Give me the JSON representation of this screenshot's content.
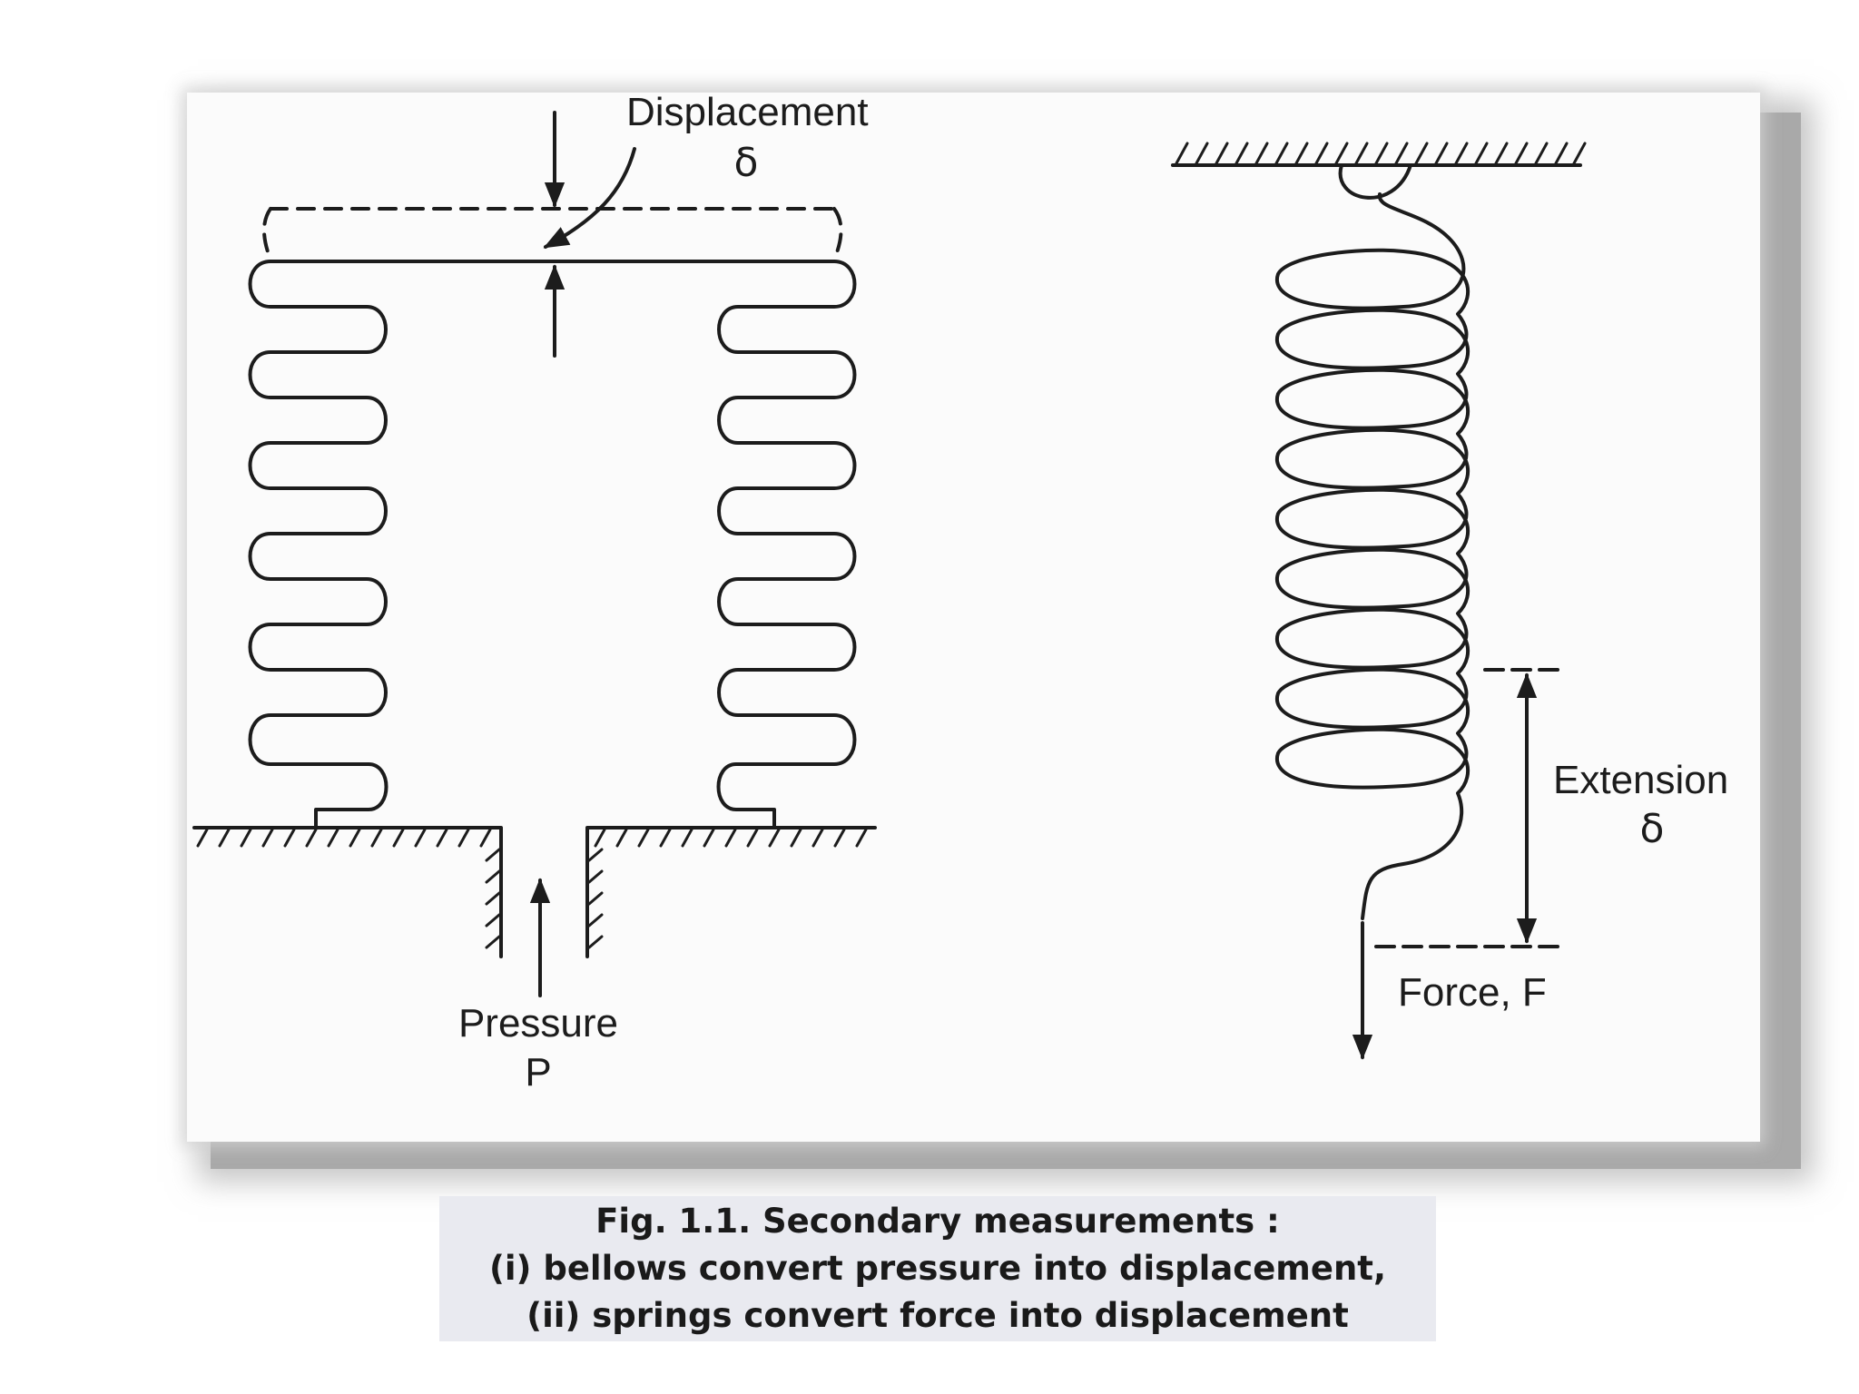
{
  "bellows": {
    "displacement_label": "Displacement",
    "displacement_symbol": "δ",
    "pressure_label": "Pressure",
    "pressure_symbol": "P"
  },
  "spring": {
    "extension_label": "Extension",
    "extension_symbol": "δ",
    "force_label": "Force, F"
  },
  "caption": {
    "line1": "Fig. 1.1. Secondary measurements :",
    "line2": "(i) bellows convert pressure into displacement,",
    "line3": "(ii) springs convert force into displacement"
  }
}
